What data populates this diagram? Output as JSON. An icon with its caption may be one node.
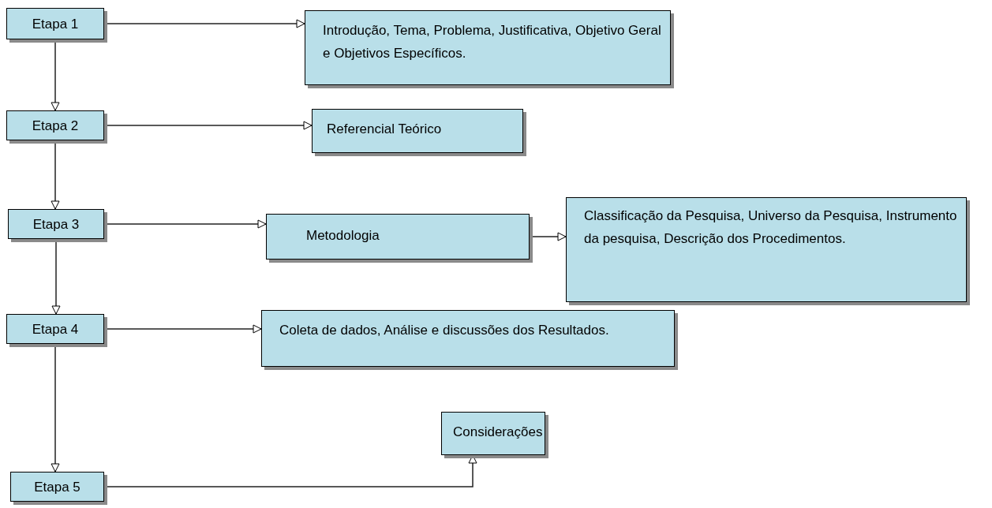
{
  "diagram": {
    "nodes": [
      {
        "text": [
          "Etapa 1"
        ]
      },
      {
        "text": [
          "Introdução, Tema, Problema, Justificativa, Objetivo Geral e Objetivos Específicos."
        ]
      },
      {
        "text": [
          "Etapa 2"
        ]
      },
      {
        "text": [
          "Referencial Teórico"
        ]
      },
      {
        "text": [
          "Etapa 3"
        ]
      },
      {
        "text": [
          "Metodologia"
        ]
      },
      {
        "text": [
          "Classificação da Pesquisa, Universo da Pesquisa, Instrumento da pesquisa, Descrição dos Procedimentos."
        ]
      },
      {
        "text": [
          "Etapa 4"
        ]
      },
      {
        "text": [
          "Coleta de dados, Análise e discussões dos Resultados."
        ]
      },
      {
        "text": [
          "Etapa 5"
        ]
      },
      {
        "text": [
          "Considerações"
        ]
      }
    ],
    "edges": [
      {
        "from": 0,
        "to": 1,
        "arrow": "to"
      },
      {
        "from": 0,
        "to": 2,
        "arrow": "to"
      },
      {
        "from": 2,
        "to": 3,
        "arrow": "to"
      },
      {
        "from": 2,
        "to": 4,
        "arrow": "to"
      },
      {
        "from": 4,
        "to": 5,
        "arrow": "to"
      },
      {
        "from": 5,
        "to": 6,
        "arrow": "to"
      },
      {
        "from": 4,
        "to": 7,
        "arrow": "to"
      },
      {
        "from": 7,
        "to": 8,
        "arrow": "to"
      },
      {
        "from": 7,
        "to": 9,
        "arrow": "to"
      },
      {
        "from": 9,
        "to": 10,
        "arrow": "to"
      }
    ]
  }
}
